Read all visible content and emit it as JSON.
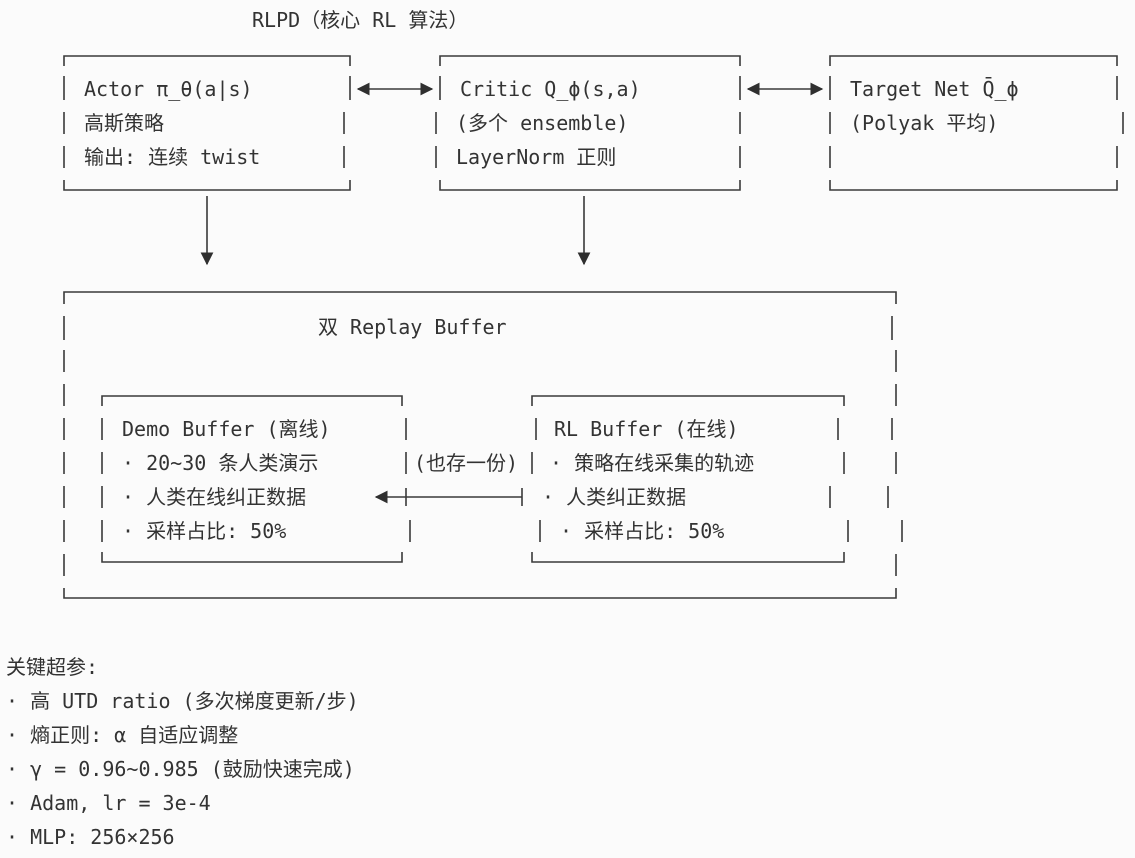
{
  "title": "RLPD（核心 RL 算法）",
  "actor": {
    "line1": "Actor π_θ(a|s)",
    "line2": "高斯策略",
    "line3": "输出: 连续 twist"
  },
  "critic": {
    "line1": "Critic Q_ϕ(s,a)",
    "line2": "(多个 ensemble)",
    "line3": "LayerNorm 正则"
  },
  "target": {
    "line1": "Target Net Q̄_ϕ",
    "line2": "(Polyak 平均)"
  },
  "replay": {
    "title": "双 Replay Buffer",
    "demo": {
      "title": "Demo Buffer (离线)",
      "items": [
        "· 20~30 条人类演示",
        "· 人类在线纠正数据",
        "· 采样占比: 50%"
      ]
    },
    "rl": {
      "title": "RL Buffer (在线)",
      "items": [
        "· 策略在线采集的轨迹",
        "· 人类纠正数据",
        "· 采样占比: 50%"
      ]
    },
    "link_label": "(也存一份)"
  },
  "hyperparams": {
    "heading": "关键超参:",
    "items": [
      "· 高 UTD ratio (多次梯度更新/步)",
      "· 熵正则: α 自适应调整",
      "· γ = 0.96~0.985 (鼓励快速完成)",
      "· Adam, lr = 3e-4",
      "· MLP: 256×256"
    ]
  }
}
